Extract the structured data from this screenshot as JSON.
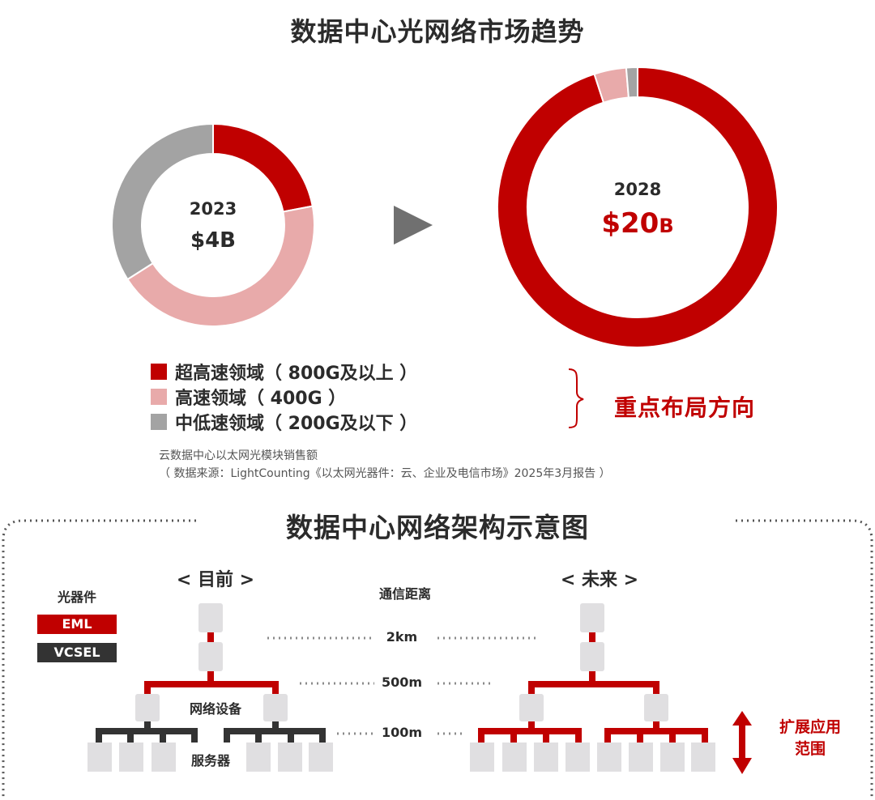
{
  "title_market": "数据中心光网络市场趋势",
  "colors": {
    "red": "#c00000",
    "pink": "#e8aaaa",
    "gray": "#a3a3a3",
    "dark": "#333333",
    "node": "#e0dfe1"
  },
  "chart_data": [
    {
      "type": "pie",
      "year": "2023",
      "total": "$4B",
      "slices": [
        {
          "name": "超高速领域（800G及以上）",
          "value": 22
        },
        {
          "name": "高速领域（400G）",
          "value": 44
        },
        {
          "name": "中低速领域（200G及以下）",
          "value": 34
        }
      ]
    },
    {
      "type": "pie",
      "year": "2028",
      "total_value": "$20",
      "total_unit": "B",
      "slices": [
        {
          "name": "超高速领域（800G及以上）",
          "value": 95
        },
        {
          "name": "高速领域（400G）",
          "value": 3.7
        },
        {
          "name": "中低速领域（200G及以下）",
          "value": 1.3
        }
      ]
    }
  ],
  "legend": [
    {
      "label": "超高速领域（ 800G及以上 ）",
      "color": "#c00000"
    },
    {
      "label": "高速领域（ 400G ）",
      "color": "#e8aaaa"
    },
    {
      "label": "中低速领域（ 200G及以下 ）",
      "color": "#a3a3a3"
    }
  ],
  "focus_label": "重点布局方向",
  "note_line1": "云数据中心以太网光模块销售额",
  "note_line2": "（ 数据来源：LightCounting《以太网光器件：云、企业及电信市场》2025年3月报告 ）",
  "title_arch": "数据中心网络架构示意图",
  "arch": {
    "current_label": "< 目前 >",
    "future_label": "< 未来 >",
    "optics_label": "光器件",
    "eml_label": "EML",
    "vcsel_label": "VCSEL",
    "distance_label": "通信距离",
    "distances": [
      "2km",
      "500m",
      "100m"
    ],
    "network_equipment_label": "网络设备",
    "server_label": "服务器",
    "expand_line1": "扩展应用",
    "expand_line2": "范围"
  }
}
